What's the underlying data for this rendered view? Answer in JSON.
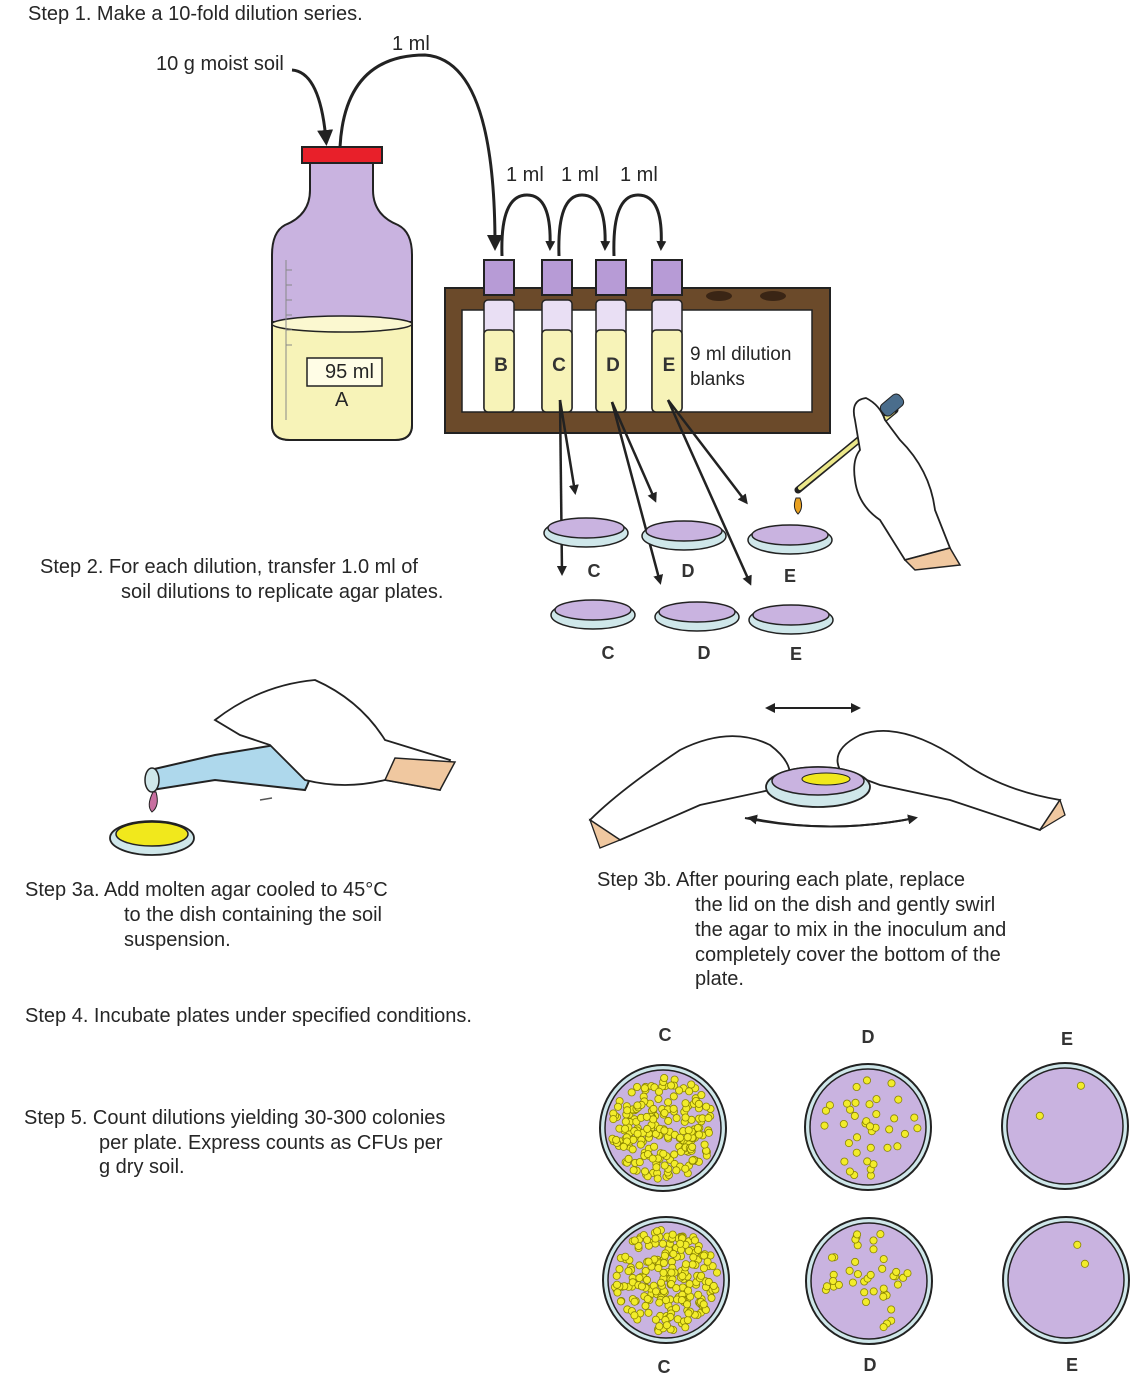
{
  "step1": {
    "title": "Step 1. Make a 10-fold dilution series.",
    "soil_label": "10 g moist soil",
    "transfer_label": "1 ml",
    "tube_transfers": [
      "1 ml",
      "1 ml",
      "1 ml"
    ],
    "bottle_volume": "95 ml",
    "bottle_letter": "A",
    "tube_letters": [
      "B",
      "C",
      "D",
      "E"
    ],
    "blanks_label_line1": "9 ml dilution",
    "blanks_label_line2": "blanks"
  },
  "step2": {
    "line1": "Step 2. For each dilution, transfer 1.0 ml of",
    "line2": "soil dilutions to replicate agar plates.",
    "plate_row1": [
      "C",
      "D",
      "E"
    ],
    "plate_row2": [
      "C",
      "D",
      "E"
    ]
  },
  "step3a": {
    "line1": "Step 3a.   Add  molten agar cooled to 45°C",
    "line2": "to the dish containing the soil",
    "line3": "suspension."
  },
  "step3b": {
    "line1": "Step 3b.  After pouring each plate, replace",
    "line2": "the lid on the dish and gently swirl",
    "line3": "the agar to mix in the inoculum and",
    "line4": "completely cover the bottom of the",
    "line5": "plate."
  },
  "step4": {
    "text": "Step 4.  Incubate plates under specified conditions."
  },
  "step5": {
    "line1": "Step 5. Count dilutions yielding 30-300 colonies",
    "line2": "per plate.  Express counts as CFUs per",
    "line3": "g dry soil."
  },
  "count_plates": {
    "top_labels": [
      "C",
      "D",
      "E"
    ],
    "bottom_labels": [
      "C",
      "D",
      "E"
    ]
  },
  "colors": {
    "solution": "#c9b3e0",
    "liquid": "#f7f3b8",
    "cap": "#e8202a",
    "rack": "#6b4a2a",
    "colony": "#f2ec2a",
    "agar": "#f1e81c",
    "glove": "#ffffff",
    "skin": "#f0c8a0"
  }
}
